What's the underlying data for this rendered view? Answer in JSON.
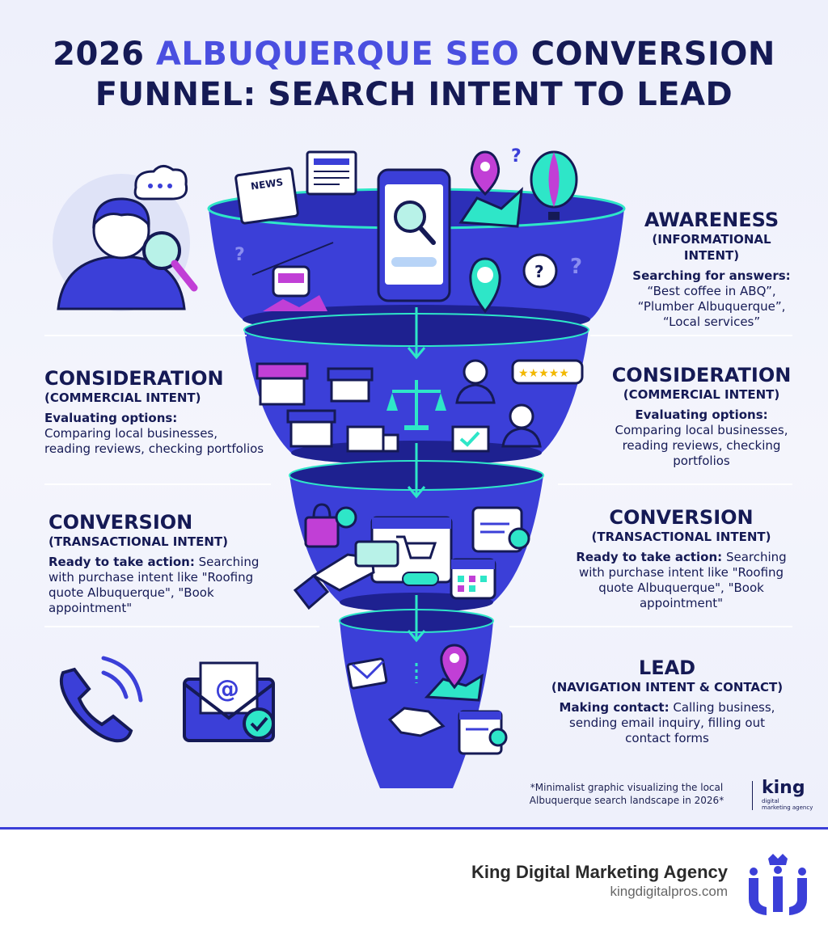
{
  "title": {
    "line1_year": "2026",
    "line1_accent": "ALBUQUERQUE SEO",
    "line1_rest": "CONVERSION",
    "line2": "FUNNEL: SEARCH INTENT TO LEAD"
  },
  "stages": {
    "awareness": {
      "heading": "AWARENESS",
      "intent": "(INFORMATIONAL INTENT)",
      "lead": "Searching for answers:",
      "lines": [
        "“Best coffee in ABQ”,",
        "“Plumber Albuquerque”,",
        "“Local services”"
      ]
    },
    "consideration_left": {
      "heading": "CONSIDERATION",
      "intent": "(COMMERCIAL INTENT)",
      "lead": "Evaluating options:",
      "lines": [
        "Comparing local businesses,",
        "reading reviews, checking portfolios"
      ]
    },
    "consideration_right": {
      "heading": "CONSIDERATION",
      "intent": "(COMMERCIAL INTENT)",
      "lead": "Evaluating options:",
      "lines": [
        "Comparing local businesses,",
        "reading reviews, checking",
        "portfolios"
      ]
    },
    "conversion_left": {
      "heading": "CONVERSION",
      "intent": "(TRANSACTIONAL INTENT)",
      "lead": "Ready to take action:",
      "line1_rest": " Searching",
      "lines": [
        "with purchase intent like \"Roofing",
        "quote Albuquerque\", \"Book appointment\""
      ]
    },
    "conversion_right": {
      "heading": "CONVERSION",
      "intent": "(TRANSACTIONAL INTENT)",
      "lead": "Ready to take action:",
      "line1_rest": " Searching",
      "lines": [
        "with purchase intent like \"Roofing",
        "quote Albuquerque\", \"Book",
        "appointment\""
      ]
    },
    "lead": {
      "heading": "LEAD",
      "intent": "(NAVIGATION INTENT & CONTACT)",
      "lead": "Making contact:",
      "line1_rest": " Calling business,",
      "lines": [
        "sending email inquiry, filling out",
        "contact forms"
      ]
    }
  },
  "icons": {
    "news_badge": "NEWS",
    "rating_stars": "★★★★★"
  },
  "footnote": {
    "line1": "*Minimalist graphic visualizing the local",
    "line2": "Albuquerque search landscape in 2026*"
  },
  "mini_logo": {
    "word": "king",
    "sub1": "digital",
    "sub2": "marketing agency"
  },
  "footer": {
    "agency_name": "King Digital Marketing Agency",
    "agency_url": "kingdigitalpros.com"
  },
  "colors": {
    "navy": "#151a55",
    "accent": "#4a4fe0",
    "funnel": "#3b3fd8",
    "cyan": "#2ee6c8",
    "magenta": "#c13fd6"
  }
}
